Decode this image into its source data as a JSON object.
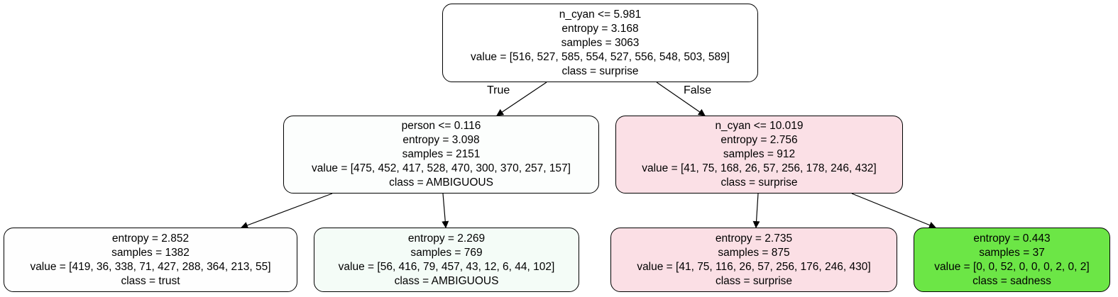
{
  "tree": {
    "nodes": {
      "root": {
        "lines": [
          "n_cyan <= 5.981",
          "entropy = 3.168",
          "samples = 3063",
          "value = [516, 527, 585, 554, 527, 556, 548, 503, 589]",
          "class = surprise"
        ],
        "fill": "#ffffff"
      },
      "left": {
        "lines": [
          "person <= 0.116",
          "entropy = 3.098",
          "samples = 2151",
          "value = [475, 452, 417, 528, 470, 300, 370, 257, 157]",
          "class = AMBIGUOUS"
        ],
        "fill": "#fcfefd"
      },
      "right": {
        "lines": [
          "n_cyan <= 10.019",
          "entropy = 2.756",
          "samples = 912",
          "value = [41, 75, 168, 26, 57, 256, 178, 246, 432]",
          "class = surprise"
        ],
        "fill": "#fbe0e6"
      },
      "leaf_ll": {
        "lines": [
          "entropy = 2.852",
          "samples = 1382",
          "value = [419, 36, 338, 71, 427, 288, 364, 213, 55]",
          "class = trust"
        ],
        "fill": "#fefefe"
      },
      "leaf_lr": {
        "lines": [
          "entropy = 2.269",
          "samples = 769",
          "value = [56, 416, 79, 457, 43, 12, 6, 44, 102]",
          "class = AMBIGUOUS"
        ],
        "fill": "#f4fcf7"
      },
      "leaf_rl": {
        "lines": [
          "entropy = 2.735",
          "samples = 875",
          "value = [41, 75, 116, 26, 57, 256, 176, 246, 430]",
          "class = surprise"
        ],
        "fill": "#fbdfe5"
      },
      "leaf_rr": {
        "lines": [
          "entropy = 0.443",
          "samples = 37",
          "value = [0, 0, 52, 0, 0, 0, 2, 0, 2]",
          "class = sadness"
        ],
        "fill": "#6ce646"
      }
    },
    "edge_labels": {
      "true": "True",
      "false": "False"
    }
  }
}
